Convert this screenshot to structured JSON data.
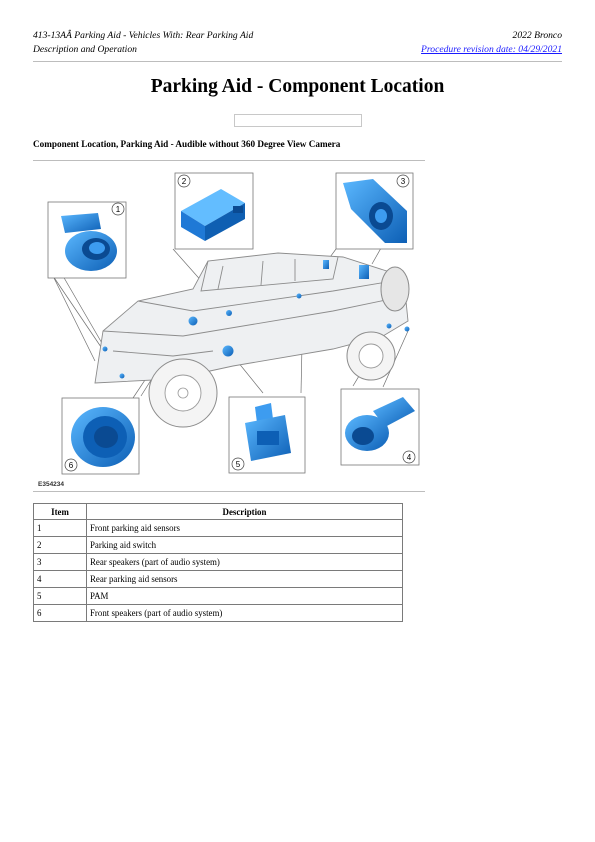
{
  "header": {
    "doc_ref": "413-13AÂ Parking Aid - Vehicles With: Rear Parking Aid",
    "model": "2022 Bronco",
    "section": "Description and Operation",
    "revision": "Procedure revision date: 04/29/2021"
  },
  "page_title": "Parking Aid - Component Location",
  "subsection_title": "Component Location, Parking Aid - Audible without 360 Degree View Camera",
  "figure": {
    "code": "E354234",
    "callouts": [
      "1",
      "2",
      "3",
      "4",
      "5",
      "6"
    ]
  },
  "table": {
    "headers": [
      "Item",
      "Description"
    ],
    "rows": [
      {
        "item": "1",
        "description": "Front parking aid sensors"
      },
      {
        "item": "2",
        "description": "Parking aid switch"
      },
      {
        "item": "3",
        "description": "Rear speakers (part of audio system)"
      },
      {
        "item": "4",
        "description": "Rear parking aid sensors"
      },
      {
        "item": "5",
        "description": "PAM"
      },
      {
        "item": "6",
        "description": "Front speakers (part of audio system)"
      }
    ]
  },
  "colors": {
    "component_blue": "#1e88e5",
    "link": "#1a1aff",
    "vehicle_outline": "#8c8c8c"
  }
}
